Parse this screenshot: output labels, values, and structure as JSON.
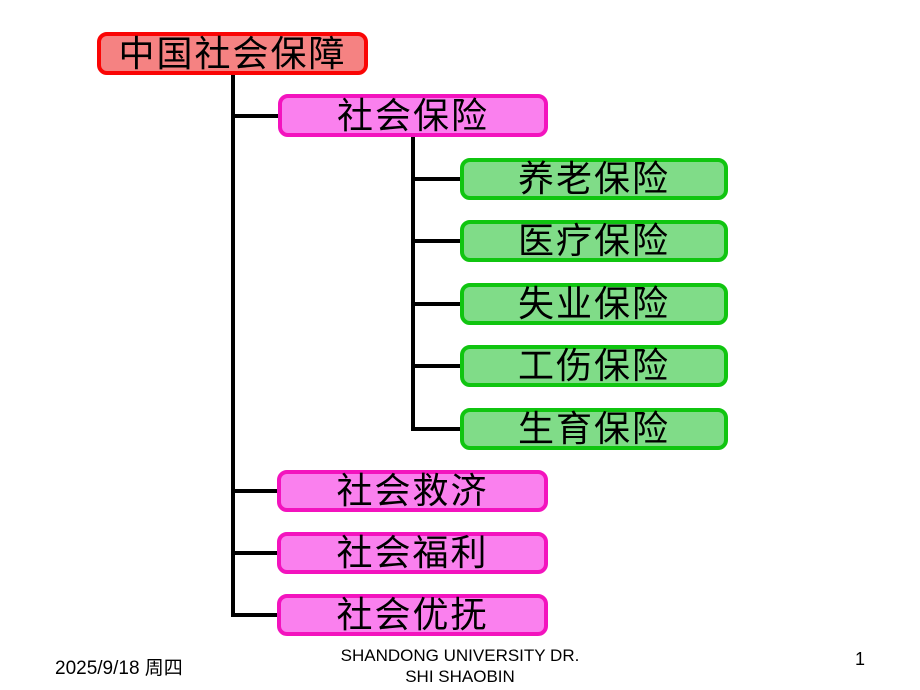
{
  "diagram": {
    "root": {
      "label": "中国社会保障"
    },
    "branches": [
      {
        "label": "社会保险"
      },
      {
        "label": "社会救济"
      },
      {
        "label": "社会福利"
      },
      {
        "label": "社会优抚"
      }
    ],
    "insurance_types": [
      {
        "label": "养老保险"
      },
      {
        "label": "医疗保险"
      },
      {
        "label": "失业保险"
      },
      {
        "label": "工伤保险"
      },
      {
        "label": "生育保险"
      }
    ]
  },
  "footer": {
    "date": "2025/9/18 周四",
    "center_line1": "SHANDONG UNIVERSITY DR.",
    "center_line2": "SHI SHAOBIN",
    "page_number": "1"
  },
  "colors": {
    "root_fill": "#F58282",
    "root_border": "#FA0505",
    "branch_fill": "#FA80EE",
    "branch_border": "#F313BE",
    "leaf_fill": "#80DC88",
    "leaf_border": "#10C510",
    "connector": "#000000"
  }
}
